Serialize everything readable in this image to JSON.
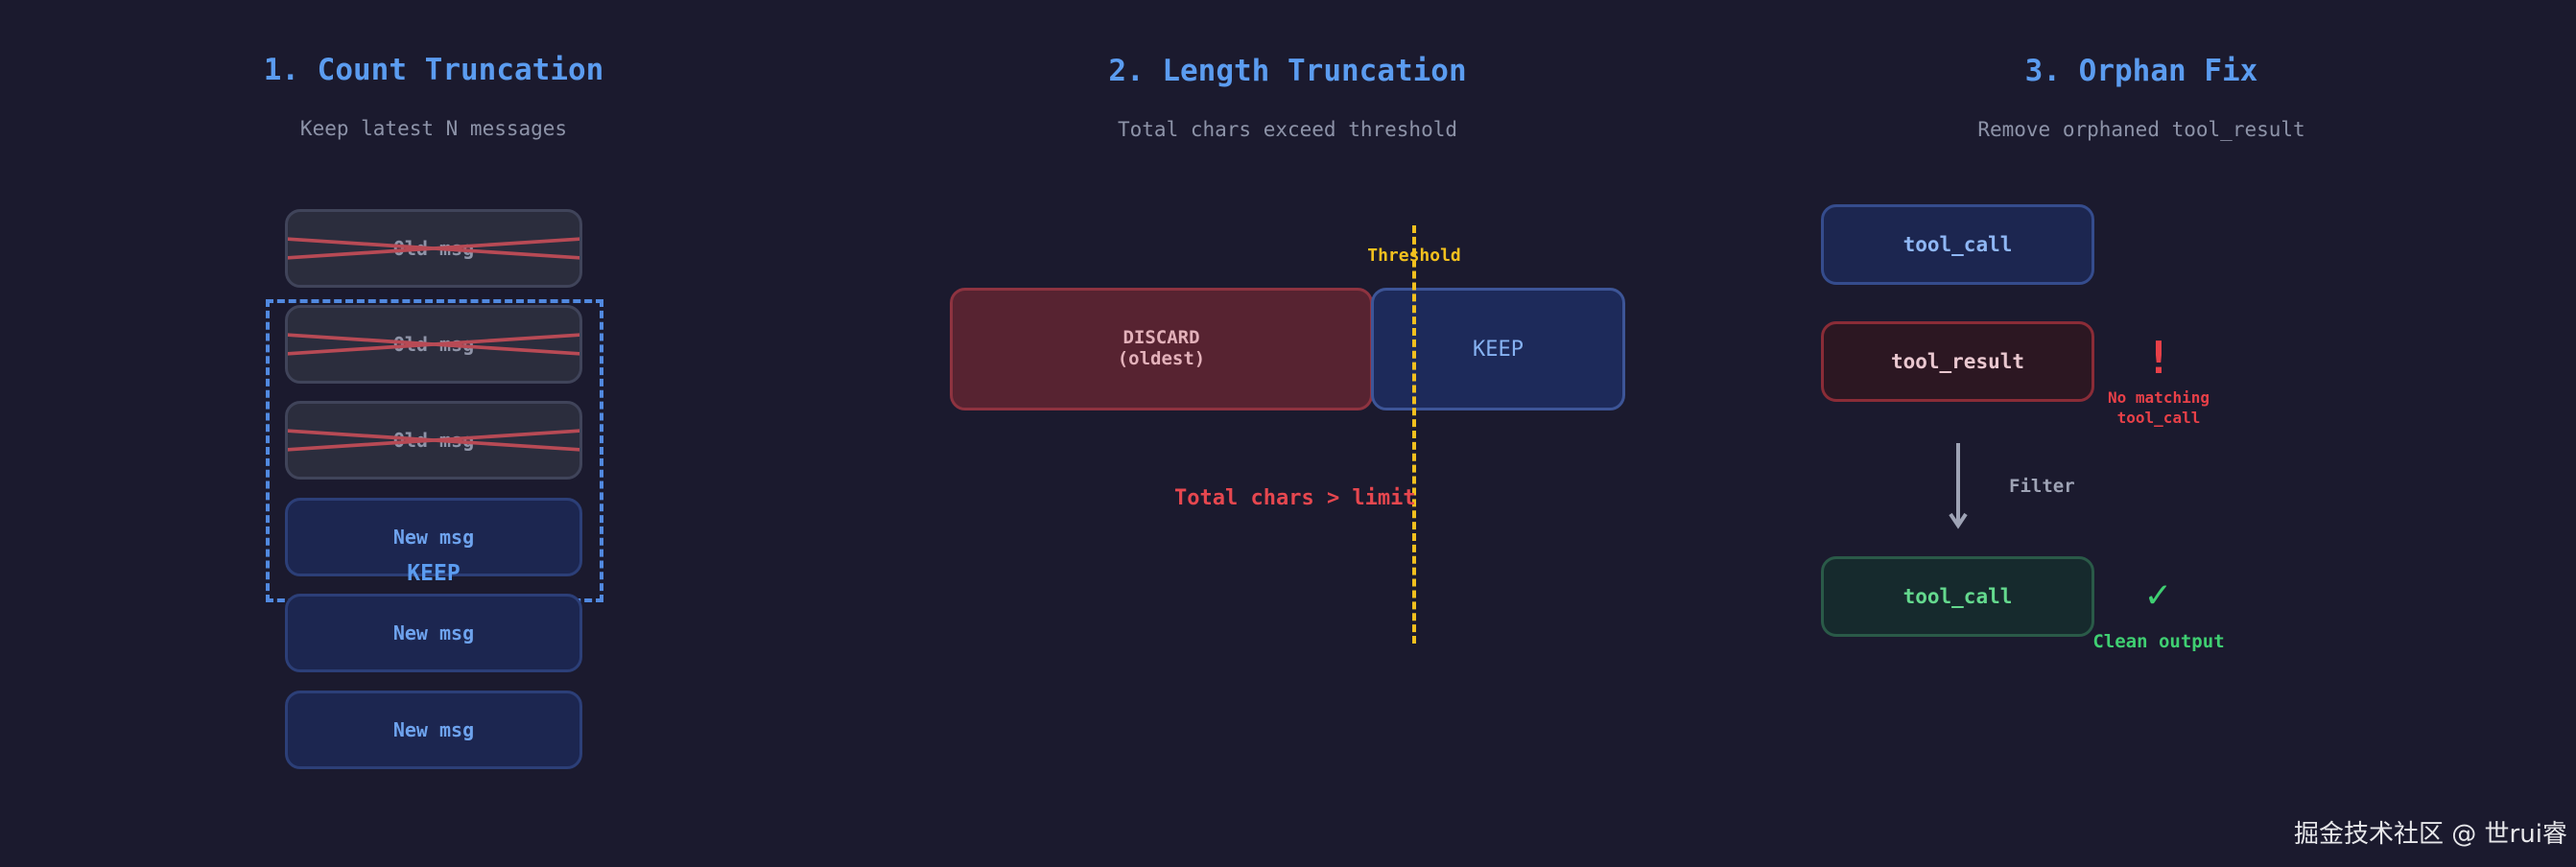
{
  "section1": {
    "title": "1. Count Truncation",
    "subtitle": "Keep latest N messages",
    "messages": [
      {
        "label": "Old msg",
        "kind": "old",
        "struck": true
      },
      {
        "label": "Old msg",
        "kind": "old",
        "struck": true
      },
      {
        "label": "Old msg",
        "kind": "old",
        "struck": true
      },
      {
        "label": "New msg",
        "kind": "new",
        "struck": false
      },
      {
        "label": "New msg",
        "kind": "new",
        "struck": false
      },
      {
        "label": "New msg",
        "kind": "new",
        "struck": false
      }
    ],
    "keep_label": "KEEP"
  },
  "section2": {
    "title": "2. Length Truncation",
    "subtitle": "Total chars exceed threshold",
    "threshold_label": "Threshold",
    "discard_line1": "DISCARD",
    "discard_line2": "(oldest)",
    "keep_label": "KEEP",
    "limit_label": "Total chars > limit"
  },
  "section3": {
    "title": "3. Orphan Fix",
    "subtitle": "Remove orphaned tool_result",
    "tool_call_label": "tool_call",
    "tool_result_label": "tool_result",
    "warning_mark": "!",
    "warning_line1": "No matching",
    "warning_line2": "tool_call",
    "filter_label": "Filter",
    "output_label": "tool_call",
    "check_mark": "✓",
    "clean_label": "Clean output"
  },
  "watermark": "掘金技术社区 @ 世rui睿",
  "colors": {
    "background": "#1b1a2e",
    "accent_blue": "#5b9cf0",
    "threshold_yellow": "#f2c01e",
    "error_red": "#e84048",
    "success_green": "#3fcf72"
  }
}
